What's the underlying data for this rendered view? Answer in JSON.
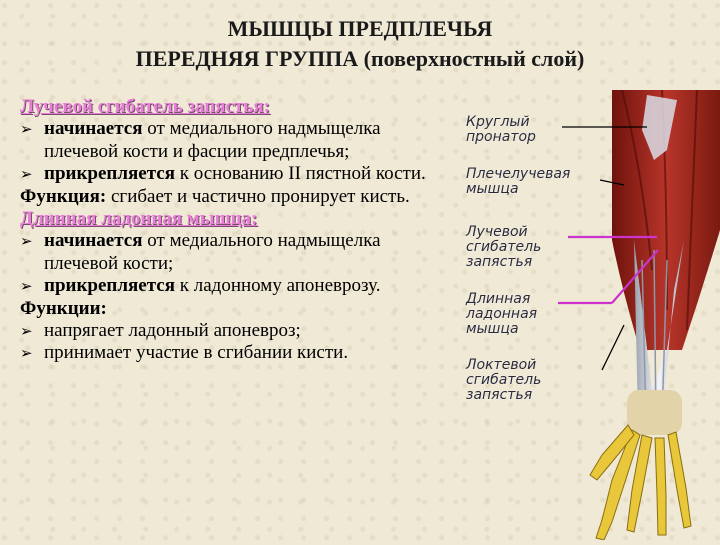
{
  "title": {
    "line1": "МЫШЦЫ ПРЕДПЛЕЧЬЯ",
    "line2": "ПЕРЕДНЯЯ ГРУППА (поверхностный слой)"
  },
  "sections": {
    "flexor_carpi_radialis": {
      "heading": "Лучевой сгибатель запястья:",
      "origin_bold": "начинается",
      "origin_rest": " от медиального надмыщелка плечевой кости и фасции предплечья;",
      "insertion_bold": "прикрепляется",
      "insertion_rest": " к основанию II пястной кости.",
      "function_label": "Функция:",
      "function_text": " сгибает и частично пронирует кисть."
    },
    "palmaris_longus": {
      "heading": "Длинная ладонная мышца:",
      "origin_bold": "начинается",
      "origin_rest": " от медиального надмыщелка плечевой кости;",
      "insertion_bold": "прикрепляется",
      "insertion_rest": " к ладонному апоневрозу.",
      "functions_label": "Функции:",
      "functions": [
        "напрягает ладонный апоневроз;",
        "принимает участие в сгибании кисти."
      ]
    }
  },
  "figure": {
    "labels": {
      "pronator_teres": [
        "Круглый",
        "пронатор"
      ],
      "brachioradialis": [
        "Плечелучевая",
        "мышца"
      ],
      "flexor_carpi_radialis": [
        "Лучевой",
        "сгибатель",
        "запястья"
      ],
      "palmaris_longus": [
        "Длинная",
        "ладонная",
        "мышца"
      ],
      "flexor_carpi_ulnaris": [
        "Локтевой",
        "сгибатель",
        "запястья"
      ]
    },
    "colors": {
      "muscle": "#a3281c",
      "tendon": "#dfe3ea",
      "bone": "#e6c62f",
      "pointer_highlight": "#cc33cc"
    }
  }
}
